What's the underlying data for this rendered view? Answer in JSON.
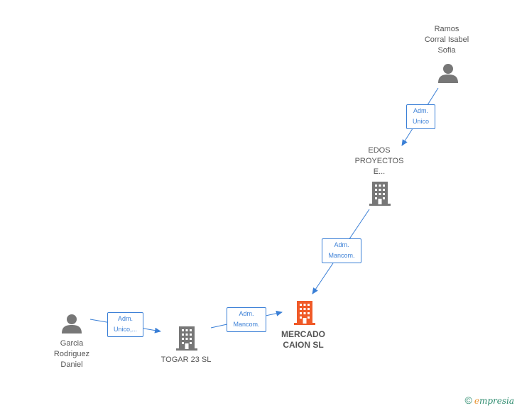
{
  "nodes": {
    "ramos": {
      "label": "Ramos\nCorral Isabel\nSofia",
      "kind": "person-icon"
    },
    "edos": {
      "label": "EDOS\nPROYECTOS\nE...",
      "kind": "building-icon"
    },
    "garcia": {
      "label": "Garcia\nRodriguez\nDaniel",
      "kind": "person-icon"
    },
    "togar": {
      "label": "TOGAR 23  SL",
      "kind": "building-icon"
    },
    "mercado": {
      "label": "MERCADO\nCAION  SL",
      "kind": "building-icon"
    }
  },
  "edges": {
    "ramos_edos": {
      "label": "Adm.\nUnico"
    },
    "edos_mercado": {
      "label": "Adm.\nMancom."
    },
    "garcia_togar": {
      "label": "Adm.\nUnico,..."
    },
    "togar_mercado": {
      "label": "Adm.\nMancom."
    }
  },
  "colors": {
    "icon": "#777777",
    "focus": "#f05a28",
    "edge": "#3a7fd6"
  },
  "footer": {
    "copyright": "©",
    "brand_first": "e",
    "brand_rest": "mpresia"
  }
}
